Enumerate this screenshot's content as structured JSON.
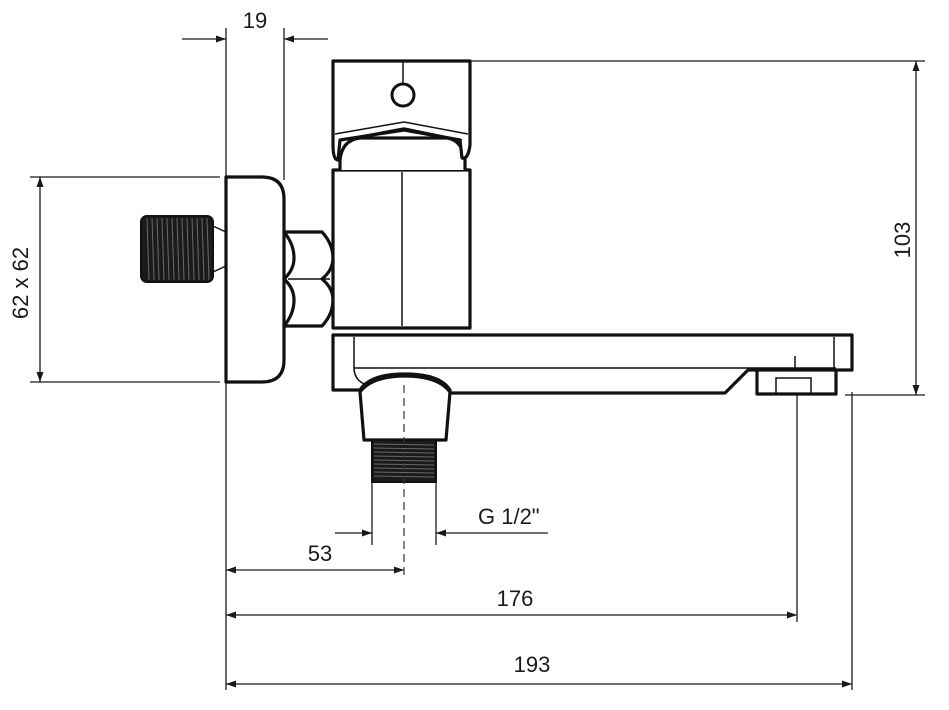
{
  "dimensions": {
    "wall_offset": "19",
    "rosette": "62 x 62",
    "height": "103",
    "thread": "G 1/2\"",
    "outlet_center": "53",
    "spout_outlet": "176",
    "overall_length": "193"
  },
  "colors": {
    "line": "#111111",
    "background": "#ffffff"
  }
}
